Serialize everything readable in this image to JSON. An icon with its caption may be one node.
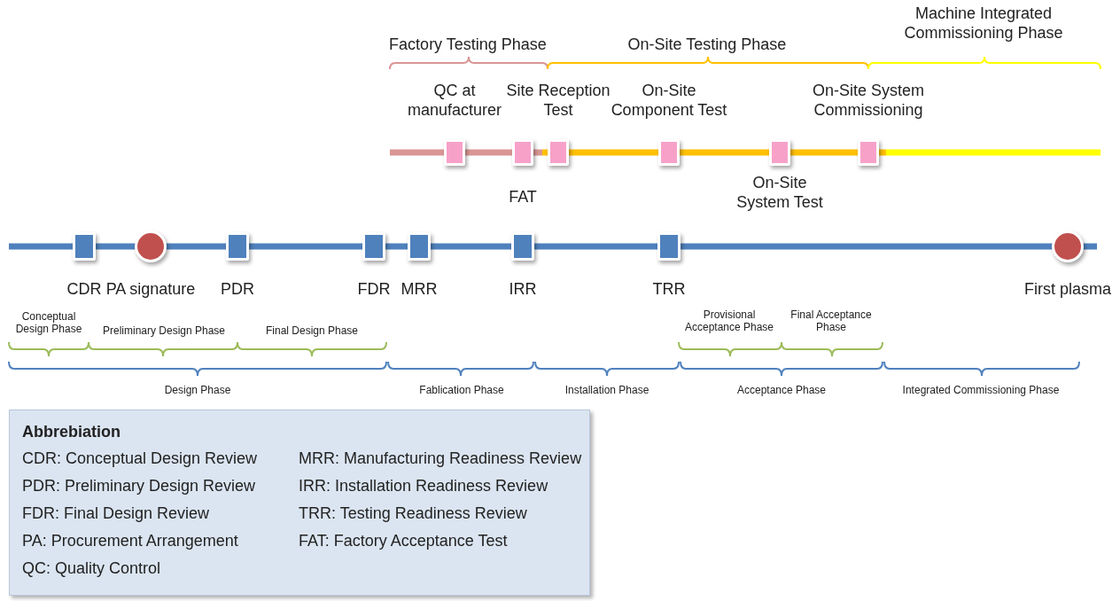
{
  "diagram": {
    "nodes": [
      {
        "text": [],
        "shape": "box",
        "beside": [
          "QC at manufacturer"
        ]
      },
      {
        "text": [],
        "shape": "box",
        "beside": [
          "FAT"
        ]
      },
      {
        "text": [],
        "shape": "box",
        "beside": [
          "Site Reception Test"
        ]
      },
      {
        "text": [],
        "shape": "box",
        "beside": [
          "On-Site Component Test"
        ]
      },
      {
        "text": [],
        "shape": "box",
        "beside": [
          "On-Site System Test"
        ]
      },
      {
        "text": [],
        "shape": "box",
        "beside": [
          "On-Site System Commissioning"
        ]
      },
      {
        "text": [],
        "shape": "box",
        "beside": [
          "CDR"
        ]
      },
      {
        "text": [],
        "shape": "circle",
        "beside": [
          "PA signature"
        ]
      },
      {
        "text": [],
        "shape": "box",
        "beside": [
          "PDR"
        ]
      },
      {
        "text": [],
        "shape": "box",
        "beside": [
          "FDR"
        ]
      },
      {
        "text": [],
        "shape": "box",
        "beside": [
          "MRR"
        ]
      },
      {
        "text": [],
        "shape": "box",
        "beside": [
          "IRR"
        ]
      },
      {
        "text": [],
        "shape": "box",
        "beside": [
          "TRR"
        ]
      },
      {
        "text": [],
        "shape": "circle",
        "beside": [
          "First plasma"
        ]
      },
      {
        "text": [
          "Abbrebiation",
          "CDR: Conceptual Design Review",
          "PDR: Preliminary Design Review",
          "FDR: Final Design Review",
          "PA: Procurement Arrangement",
          "QC: Quality Control",
          "MRR: Manufacturing Readiness Review",
          "IRR: Installation Readiness Review",
          "TRR: Testing Readiness Review",
          "FAT: Factory Acceptance Test"
        ]
      }
    ],
    "edges": [],
    "labels": [
      "Factory Testing Phase",
      "On-Site Testing Phase",
      "Machine Integrated Commissioning Phase",
      "Conceptual Design Phase",
      "Preliminary Design Phase",
      "Final Design Phase",
      "Provisional Acceptance Phase",
      "Final Acceptance Phase",
      "Design Phase",
      "Fablication Phase",
      "Installation Phase",
      "Acceptance Phase",
      "Integrated Commissioning Phase"
    ]
  }
}
